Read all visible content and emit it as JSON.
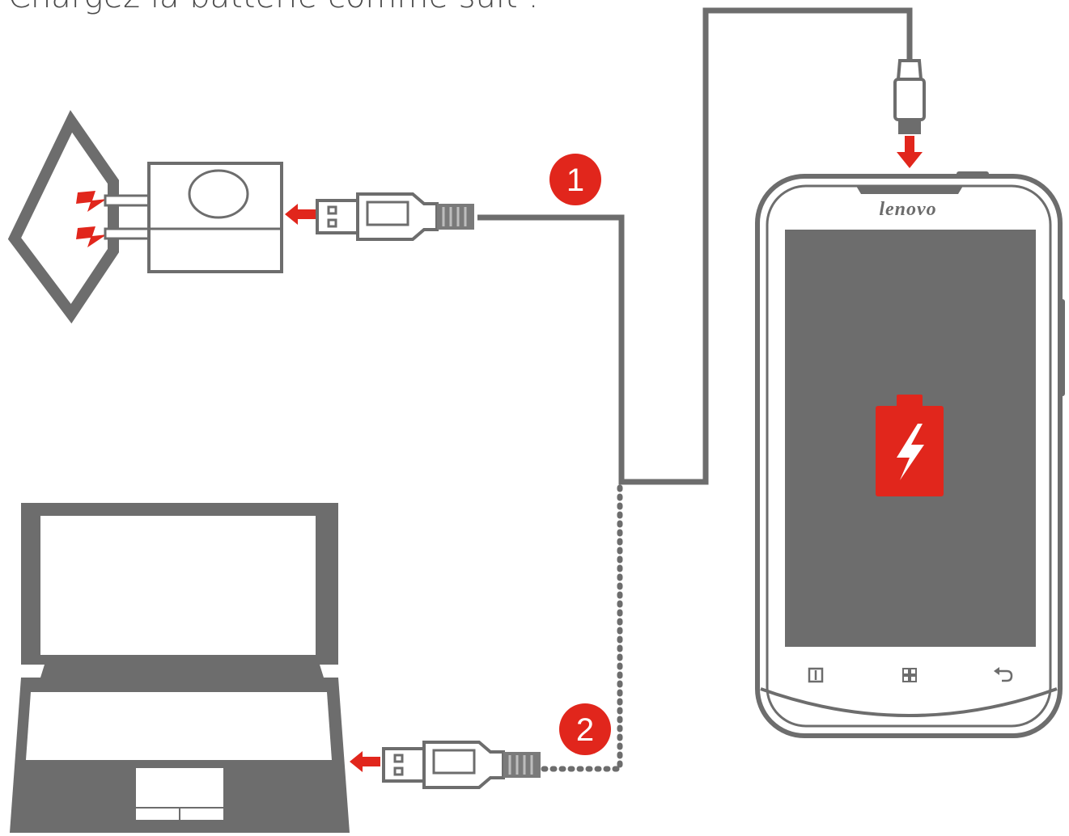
{
  "heading": "Chargez la batterie comme suit :",
  "steps": [
    {
      "number": "1"
    },
    {
      "number": "2"
    }
  ],
  "phone": {
    "brand": "lenovo"
  },
  "colors": {
    "gray": "#6d6d6d",
    "accent_red": "#e1261c",
    "background": "#ffffff"
  },
  "icons": [
    "wall-outlet-icon",
    "power-adapter-icon",
    "usb-plug-icon",
    "micro-usb-plug-icon",
    "laptop-icon",
    "smartphone-icon",
    "charging-battery-icon",
    "arrow-left-icon",
    "arrow-down-icon"
  ]
}
